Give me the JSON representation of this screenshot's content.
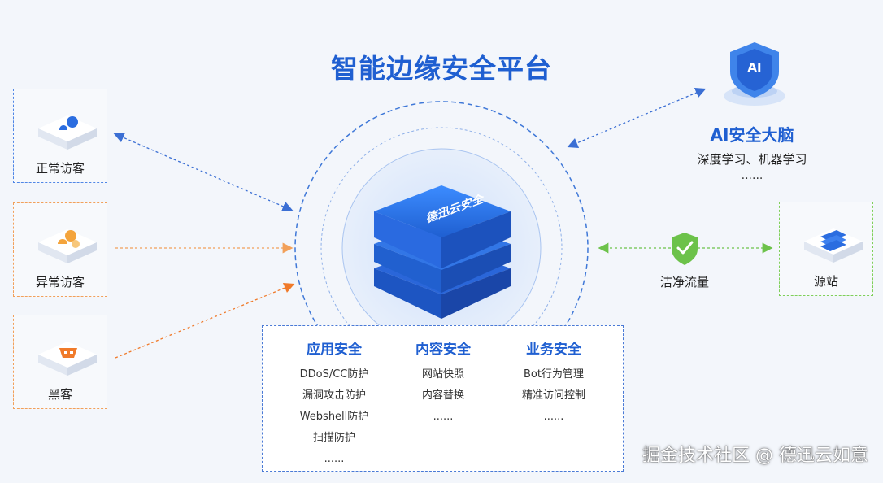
{
  "title": "智能边缘安全平台",
  "visitors": [
    {
      "label": "正常访客",
      "icon": "user-icon"
    },
    {
      "label": "异常访客",
      "icon": "abnormal-user-icon"
    },
    {
      "label": "黑客",
      "icon": "hacker-icon"
    }
  ],
  "core": {
    "logo_text": "德迅云安全",
    "icon": "server-stack-icon"
  },
  "ai_brain": {
    "title": "AI安全大脑",
    "subtitle": "深度学习、机器学习",
    "more": "......",
    "badge": "AI",
    "icon": "ai-shield-icon"
  },
  "clean_traffic": {
    "label": "洁净流量",
    "icon": "check-shield-icon"
  },
  "origin": {
    "label": "源站",
    "icon": "origin-server-icon"
  },
  "features": [
    {
      "title": "应用安全",
      "items": [
        "DDoS/CC防护",
        "漏洞攻击防护",
        "Webshell防护",
        "扫描防护",
        "......"
      ]
    },
    {
      "title": "内容安全",
      "items": [
        "网站快照",
        "内容替换",
        "......"
      ]
    },
    {
      "title": "业务安全",
      "items": [
        "Bot行为管理",
        "精准访问控制",
        "......"
      ]
    }
  ],
  "watermark": "掘金技术社区 @ 德迅云如意",
  "colors": {
    "accent": "#1f5fd1",
    "normal": "#4f86e6",
    "abnormal": "#f2a05a",
    "hacker": "#f07a2a",
    "clean": "#6cc24a"
  }
}
